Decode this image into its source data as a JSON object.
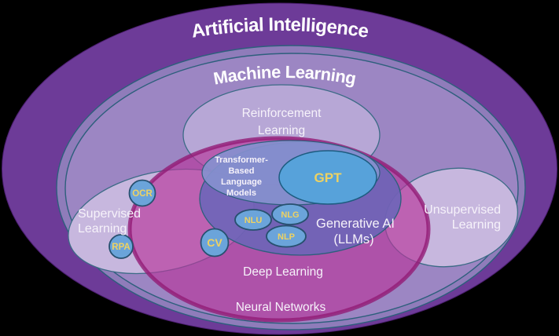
{
  "diagram": {
    "background_color": "#000000",
    "stroke_color": "#2d5f7c",
    "gold_text_color": "#eed262",
    "white_text_color": "#f6f2fa",
    "regions": {
      "ai": {
        "label": "Artificial Intelligence",
        "color": "#6d3b98"
      },
      "ml": {
        "label": "Machine Learning",
        "color": "#8f7cba"
      },
      "nn": {
        "label": "Neural Networks",
        "color": "#9c86c3"
      },
      "rl": {
        "line1": "Reinforcement",
        "line2": "Learning",
        "color": "#b7a7d6"
      },
      "sl": {
        "line1": "Supervised",
        "line2": "Learning",
        "color": "#c7b7de"
      },
      "ul": {
        "line1": "Unsupervised",
        "line2": "Learning",
        "color": "#c7b7de"
      },
      "dl": {
        "label": "Deep Learning",
        "color": "#b8379b",
        "rim_color": "#921c76"
      },
      "genai": {
        "line1": "Generative AI",
        "line2": "(LLMs)",
        "color": "#6866b8"
      },
      "tlm": {
        "line1": "Transformer-",
        "line2": "Based",
        "line3": "Language",
        "line4": "Models",
        "color": "#8590ce"
      },
      "gpt": {
        "label": "GPT",
        "color": "#57a2da"
      }
    },
    "nodes": {
      "fill_color": "#6ba4da",
      "border_color": "#27506f",
      "ocr": {
        "label": "OCR"
      },
      "rpa": {
        "label": "RPA"
      },
      "cv": {
        "label": "CV"
      },
      "nlu": {
        "label": "NLU"
      },
      "nlg": {
        "label": "NLG"
      },
      "nlp": {
        "label": "NLP"
      }
    }
  }
}
